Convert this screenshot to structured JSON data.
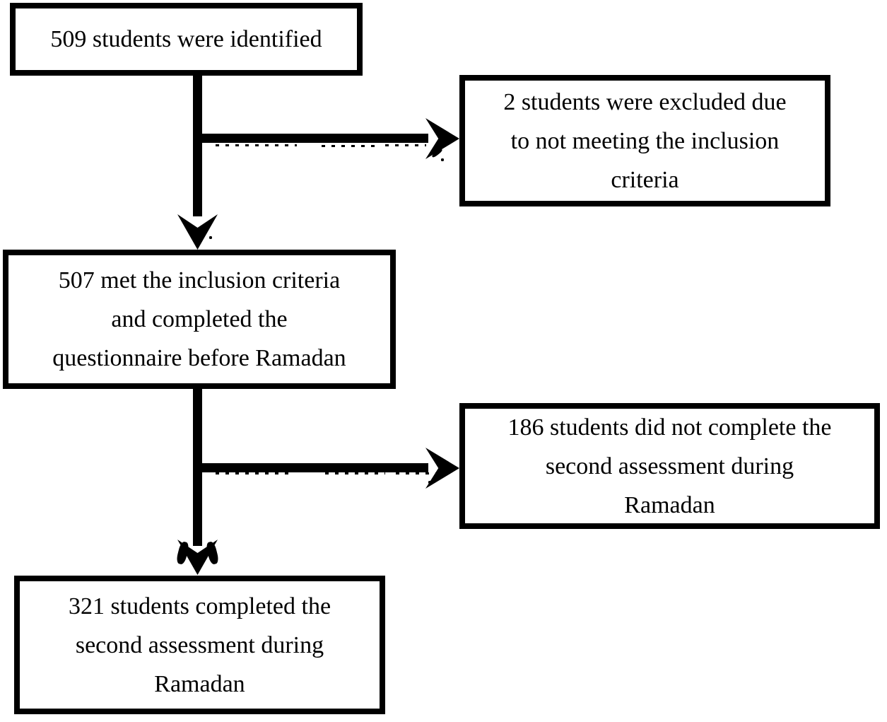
{
  "flow": {
    "colors": {
      "ink": "#000000",
      "paper": "#ffffff"
    },
    "nodes": [
      {
        "id": "identified",
        "lines": [
          "509 students were identified"
        ]
      },
      {
        "id": "excluded",
        "lines": [
          "2 students were excluded due",
          "to not meeting the inclusion",
          "criteria"
        ]
      },
      {
        "id": "met-inclusion",
        "lines": [
          "507 met the inclusion criteria",
          "and completed the",
          "questionnaire before Ramadan"
        ]
      },
      {
        "id": "no-second-assessment",
        "lines": [
          "186 students did not complete the",
          "second assessment during",
          "Ramadan"
        ]
      },
      {
        "id": "completed-second-assessment",
        "lines": [
          "321 students completed the",
          "second assessment during",
          "Ramadan"
        ]
      }
    ],
    "edges": [
      {
        "from": "identified",
        "to": "excluded"
      },
      {
        "from": "identified",
        "to": "met-inclusion"
      },
      {
        "from": "met-inclusion",
        "to": "no-second-assessment"
      },
      {
        "from": "met-inclusion",
        "to": "completed-second-assessment"
      }
    ]
  }
}
